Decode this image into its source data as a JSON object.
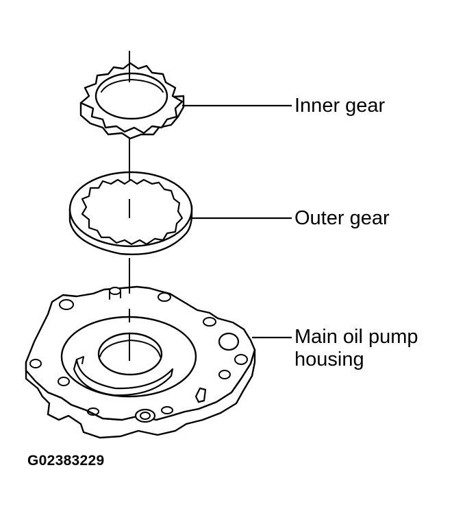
{
  "labels": {
    "inner_gear": "Inner gear",
    "outer_gear": "Outer gear",
    "housing_line1": "Main oil pump",
    "housing_line2": "housing"
  },
  "figure_id": "G02383229",
  "colors": {
    "line": "#000000",
    "background": "#ffffff"
  }
}
